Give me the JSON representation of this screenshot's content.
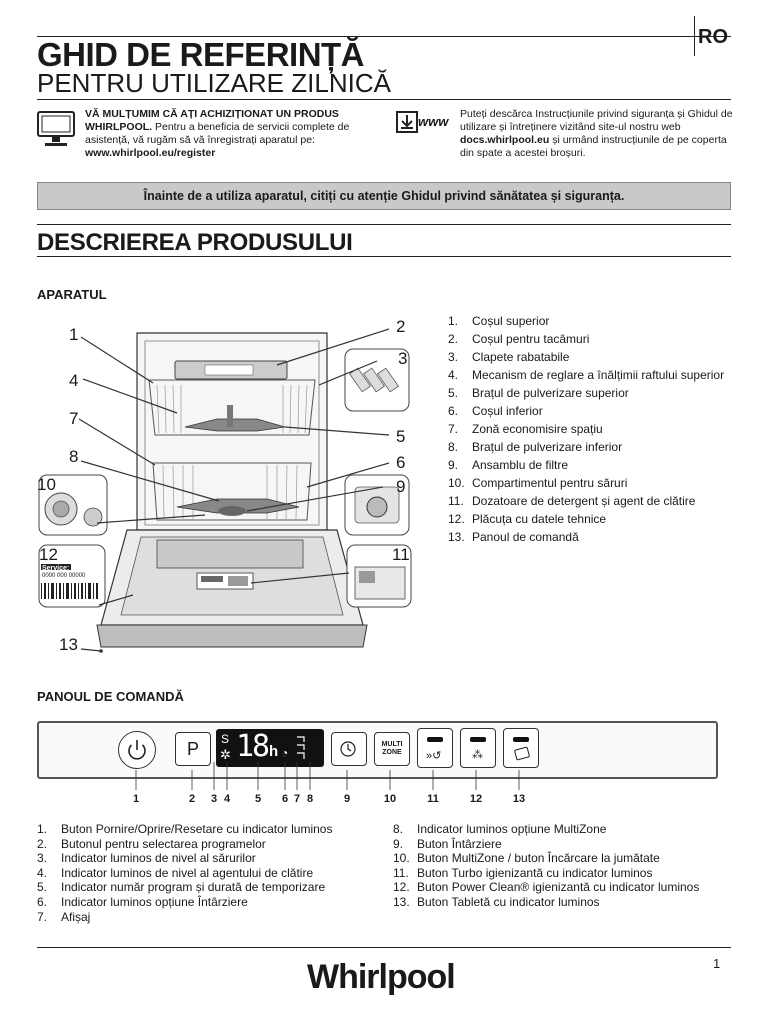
{
  "header": {
    "title": "GHID DE REFERINȚĂ",
    "subtitle": "PENTRU UTILIZARE ZILNICĂ",
    "lang": "RO"
  },
  "register": {
    "bold": "VĂ MULȚUMIM CĂ AȚI ACHIZIȚIONAT UN PRODUS WHIRLPOOL.",
    "text": "Pentru a beneficia de servicii complete de asistență, vă rugăm să vă înregistrați aparatul pe:",
    "url": "www.whirlpool.eu/register",
    "icon": "monitor-icon"
  },
  "download": {
    "icon_label": "www",
    "text1": "Puteți descărca Instrucțiunile privind siguranța și Ghidul de utilizare și întreținere vizitând site-ul nostru web",
    "url": "docs.whirlpool.eu",
    "text2": "și urmând instrucțiunile de pe coperta din spate a acestei broșuri."
  },
  "warning": "Înainte de a utiliza aparatul, citiți cu atenție Ghidul privind sănătatea și siguranța.",
  "section_title": "DESCRIEREA PRODUSULUI",
  "appliance": {
    "title": "APARATUL",
    "parts": [
      {
        "n": "1.",
        "label": "Coșul superior"
      },
      {
        "n": "2.",
        "label": "Coșul pentru tacâmuri"
      },
      {
        "n": "3.",
        "label": "Clapete rabatabile"
      },
      {
        "n": "4.",
        "label": "Mecanism de reglare a înălțimii raftului superior"
      },
      {
        "n": "5.",
        "label": "Brațul de pulverizare superior"
      },
      {
        "n": "6.",
        "label": "Coșul inferior"
      },
      {
        "n": "7.",
        "label": "Zonă economisire spațiu"
      },
      {
        "n": "8.",
        "label": "Brațul de pulverizare inferior"
      },
      {
        "n": "9.",
        "label": "Ansamblu de filtre"
      },
      {
        "n": "10.",
        "label": "Compartimentul pentru săruri"
      },
      {
        "n": "11.",
        "label": "Dozatoare de detergent și agent de clătire"
      },
      {
        "n": "12.",
        "label": "Plăcuța cu datele tehnice"
      },
      {
        "n": "13.",
        "label": "Panoul de comandă"
      }
    ],
    "callouts": [
      "1",
      "2",
      "3",
      "4",
      "5",
      "6",
      "7",
      "8",
      "9",
      "10",
      "11",
      "12",
      "13"
    ],
    "service_label": "Service:",
    "service_number": "0000 000 00000"
  },
  "panel": {
    "title": "PANOUL DE COMANDĂ",
    "display_digits": "18",
    "display_h": "h",
    "display_s": "S",
    "p_label": "P",
    "multizone_label1": "MULTI",
    "multizone_label2": "ZONE",
    "numbers": [
      "1",
      "2",
      "3",
      "4",
      "5",
      "6",
      "7",
      "8",
      "9",
      "10",
      "11",
      "12",
      "13"
    ],
    "items_left": [
      {
        "n": "1.",
        "label": "Buton Pornire/Oprire/Resetare cu indicator luminos"
      },
      {
        "n": "2.",
        "label": "Butonul pentru selectarea programelor"
      },
      {
        "n": "3.",
        "label": "Indicator luminos de nivel al sărurilor"
      },
      {
        "n": "4.",
        "label": "Indicator luminos de nivel al agentului de clătire"
      },
      {
        "n": "5.",
        "label": "Indicator număr program și durată de temporizare"
      },
      {
        "n": "6.",
        "label": "Indicator luminos opțiune Întârziere"
      },
      {
        "n": "7.",
        "label": "Afișaj"
      }
    ],
    "items_right": [
      {
        "n": "8.",
        "label": "Indicator luminos opțiune MultiZone"
      },
      {
        "n": "9.",
        "label": "Buton Întârziere"
      },
      {
        "n": "10.",
        "label": "Buton MultiZone / buton Încărcare la jumătate"
      },
      {
        "n": "11.",
        "label": "Buton Turbo igienizantă cu indicator luminos"
      },
      {
        "n": "12.",
        "label": "Buton Power Clean® igienizantă cu indicator luminos"
      },
      {
        "n": "13.",
        "label": "Buton Tabletă cu indicator luminos"
      }
    ]
  },
  "footer": {
    "page": "1",
    "brand": "Whirlpool"
  }
}
